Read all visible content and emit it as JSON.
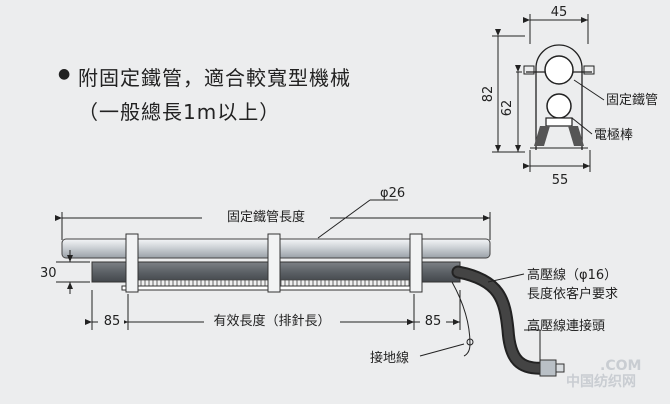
{
  "bullet": {
    "line1": "附固定鐵管，適合較寬型機械",
    "line2": "（一般總長1m以上）"
  },
  "section_view": {
    "width_top": "45",
    "height_total": "82",
    "height_center": "62",
    "width_bottom": "55",
    "label_pipe": "固定鐵管",
    "label_rod": "電極棒"
  },
  "side_view": {
    "diameter": "φ26",
    "pipe_length_label": "固定鐵管長度",
    "height": "30",
    "left_margin": "85",
    "effective_length": "有效長度（排針長）",
    "right_margin": "85",
    "hv_cable": "高壓線（φ16）",
    "length_per_customer": "長度依客户要求",
    "hv_connector": "高壓線連接頭",
    "ground_wire": "接地線"
  },
  "watermark": {
    "domain": ".COM",
    "cn": "中国纺织网"
  }
}
